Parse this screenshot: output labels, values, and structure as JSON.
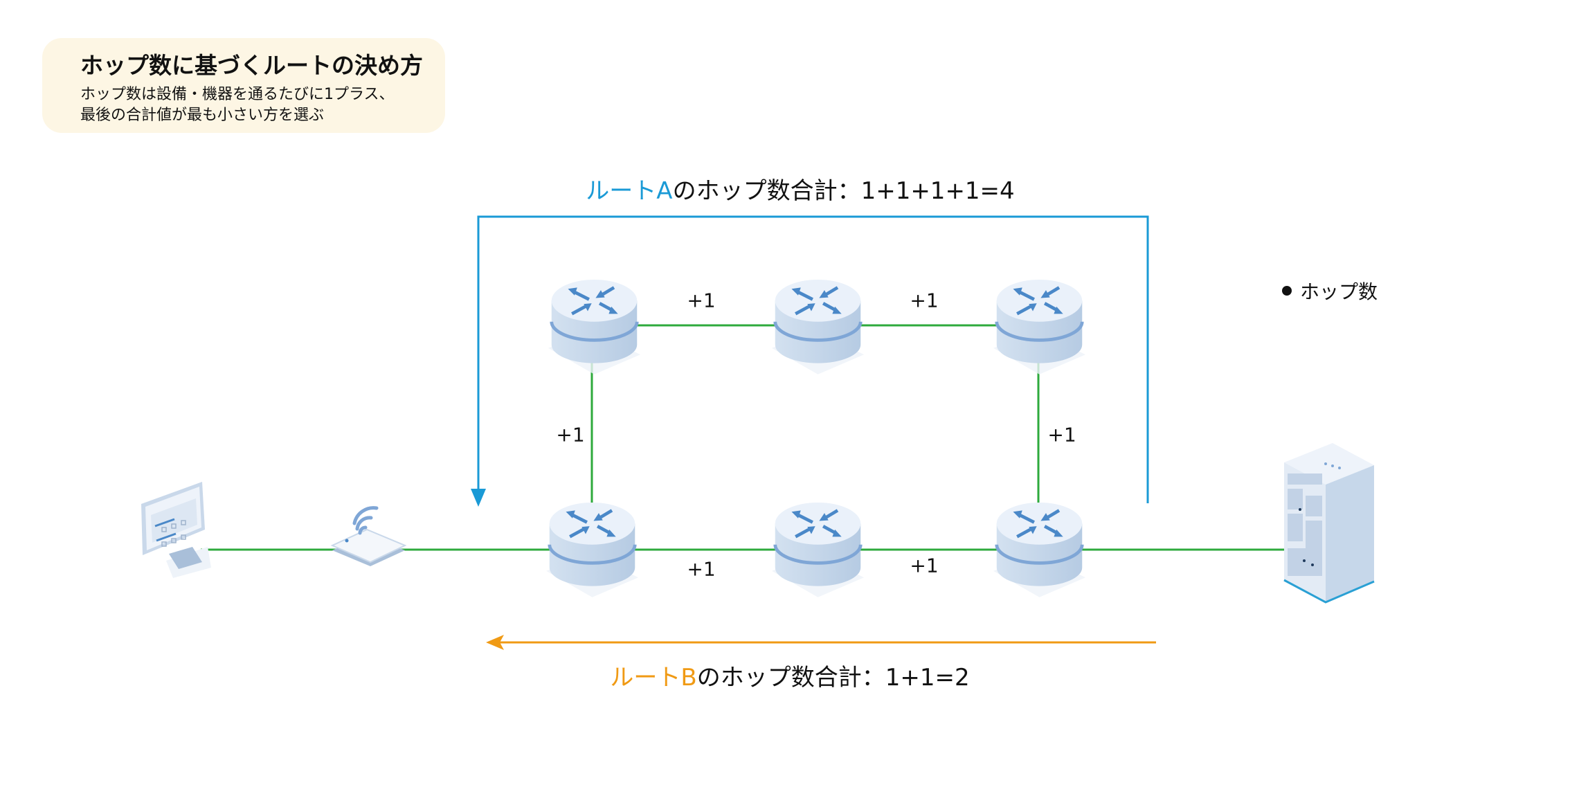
{
  "header": {
    "title": "ホップ数に基づくルートの決め方",
    "subtitle_lines": [
      "ホップ数は設備・機器を通るたびに1プラス、",
      "最後の合計値が最も小さい方を選ぶ"
    ]
  },
  "legend": {
    "label": "ホップ数"
  },
  "route_a": {
    "name": "ルートA",
    "rest": "のホップ数合計：1+1+1+1=4",
    "color": "#1a9ad6"
  },
  "route_b": {
    "name": "ルートB",
    "rest": "のホップ数合計：1+1=2",
    "color": "#f09a14"
  },
  "hop_labels": [
    "+1",
    "+1",
    "+1",
    "+1",
    "+1",
    "+1"
  ],
  "colors": {
    "link": "#2eaa3c",
    "box": "#fdf6e4"
  },
  "nodes": {
    "client": "pc-monitor-icon",
    "access_point": "wifi-router-icon",
    "routers": 6,
    "destination": "server-rack-icon"
  }
}
